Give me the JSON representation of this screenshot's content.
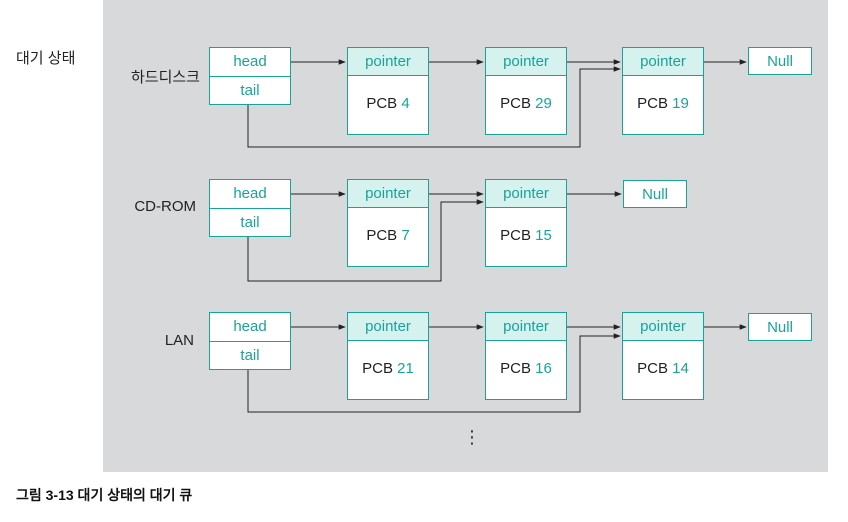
{
  "side_label": "대기 상태",
  "queues": [
    {
      "device": "하드디스크",
      "head": "head",
      "tail": "tail",
      "nodes": [
        {
          "pointer": "pointer",
          "pcb_prefix": "PCB",
          "pcb_number": "4"
        },
        {
          "pointer": "pointer",
          "pcb_prefix": "PCB",
          "pcb_number": "29"
        },
        {
          "pointer": "pointer",
          "pcb_prefix": "PCB",
          "pcb_number": "19"
        }
      ],
      "null": "Null"
    },
    {
      "device": "CD-ROM",
      "head": "head",
      "tail": "tail",
      "nodes": [
        {
          "pointer": "pointer",
          "pcb_prefix": "PCB",
          "pcb_number": "7"
        },
        {
          "pointer": "pointer",
          "pcb_prefix": "PCB",
          "pcb_number": "15"
        }
      ],
      "null": "Null"
    },
    {
      "device": "LAN",
      "head": "head",
      "tail": "tail",
      "nodes": [
        {
          "pointer": "pointer",
          "pcb_prefix": "PCB",
          "pcb_number": "21"
        },
        {
          "pointer": "pointer",
          "pcb_prefix": "PCB",
          "pcb_number": "16"
        },
        {
          "pointer": "pointer",
          "pcb_prefix": "PCB",
          "pcb_number": "14"
        }
      ],
      "null": "Null"
    }
  ],
  "more_indicator": "⋮",
  "caption": "그림 3-13 대기 상태의 대기 큐",
  "colors": {
    "accent": "#1aa29a",
    "pointer_fill": "#d6f2ee",
    "panel": "#d8d9db",
    "line": "#222222"
  }
}
